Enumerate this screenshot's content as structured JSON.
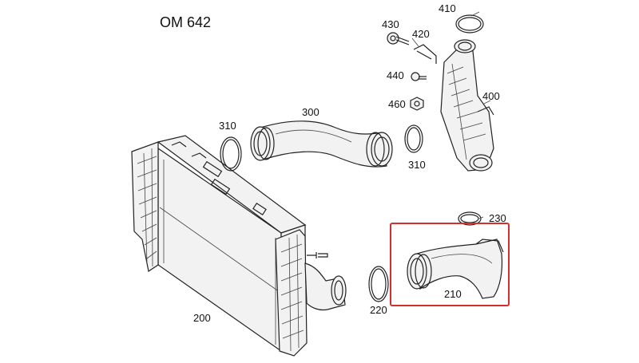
{
  "title": "OM 642",
  "colors": {
    "highlight": "#d32f2f",
    "line": "#222222"
  },
  "highlighted_part": "210",
  "parts": [
    {
      "id": "p200",
      "label": "200"
    },
    {
      "id": "p210",
      "label": "210"
    },
    {
      "id": "p220",
      "label": "220"
    },
    {
      "id": "p230",
      "label": "230"
    },
    {
      "id": "p300",
      "label": "300"
    },
    {
      "id": "p310a",
      "label": "310"
    },
    {
      "id": "p310b",
      "label": "310"
    },
    {
      "id": "p400",
      "label": "400"
    },
    {
      "id": "p410",
      "label": "410"
    },
    {
      "id": "p420",
      "label": "420"
    },
    {
      "id": "p430",
      "label": "430"
    },
    {
      "id": "p440",
      "label": "440"
    },
    {
      "id": "p460",
      "label": "460"
    }
  ]
}
